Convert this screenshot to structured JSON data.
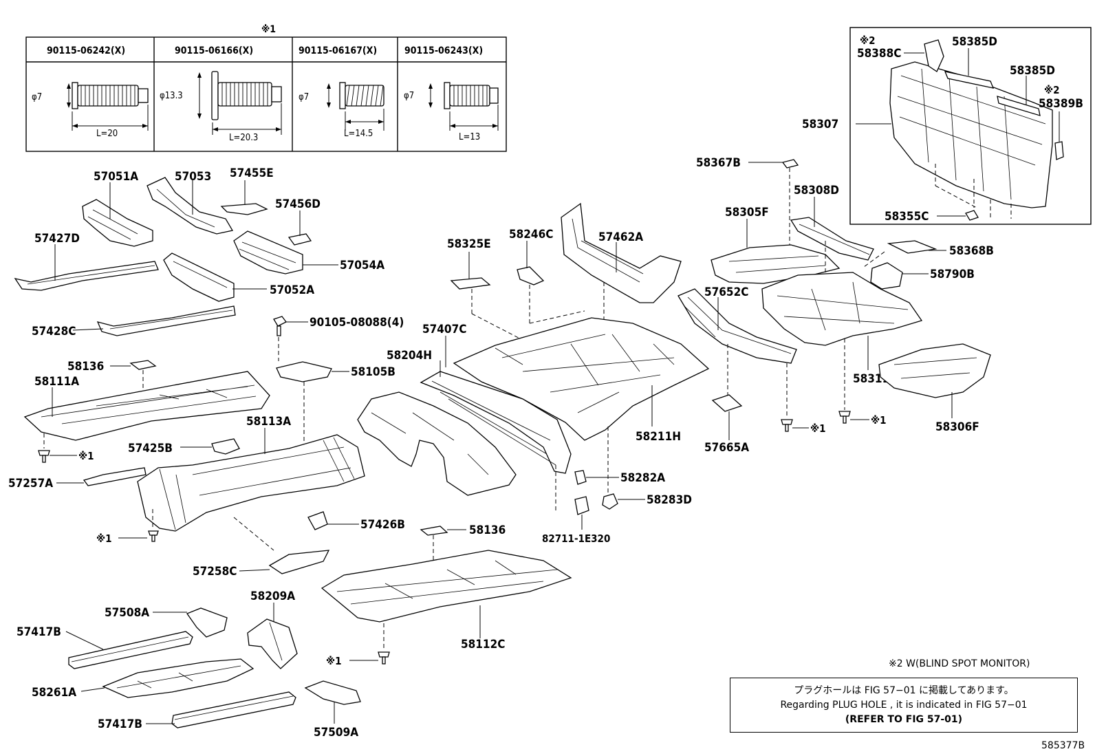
{
  "bolt_table": {
    "note_mark": "※1",
    "columns": [
      {
        "part": "90115-06242(X)",
        "diameter": "φ7",
        "length": "L=20"
      },
      {
        "part": "90115-06166(X)",
        "diameter": "φ13.3",
        "length": "L=20.3"
      },
      {
        "part": "90115-06167(X)",
        "diameter": "φ7",
        "length": "L=14.5"
      },
      {
        "part": "90115-06243(X)",
        "diameter": "φ7",
        "length": "L=13"
      }
    ]
  },
  "labels": {
    "p57051A": "57051A",
    "p57053": "57053",
    "p57455E": "57455E",
    "p57456D": "57456D",
    "p57427D": "57427D",
    "p57054A": "57054A",
    "p57052A": "57052A",
    "p57428C": "57428C",
    "p90105": "90105-08088(4)",
    "p58136a": "58136",
    "p58111A": "58111A",
    "p58105B": "58105B",
    "p57425B": "57425B",
    "p58113A": "58113A",
    "p57257A": "57257A",
    "p57426B": "57426B",
    "p58136b": "58136",
    "p57258C": "57258C",
    "p57508A": "57508A",
    "p58209A": "58209A",
    "p57417Ba": "57417B",
    "p58112C": "58112C",
    "p58261A": "58261A",
    "p57417Bb": "57417B",
    "p57509A": "57509A",
    "p58325E": "58325E",
    "p58246C": "58246C",
    "p57462A": "57462A",
    "p57407C": "57407C",
    "p58204H": "58204H",
    "p58211H": "58211H",
    "p58282A": "58282A",
    "p58283D": "58283D",
    "p82711": "82711-1E320",
    "p57652C": "57652C",
    "p57665A": "57665A",
    "p58367B": "58367B",
    "p58305F": "58305F",
    "p58308D": "58308D",
    "p58368B": "58368B",
    "p58790B": "58790B",
    "p58311": "58311",
    "p58306F": "58306F",
    "p58307": "58307",
    "p58388C": "58388C",
    "p58385Da": "58385D",
    "p58385Db": "58385D",
    "p58389B": "58389B",
    "p58355C": "58355C",
    "mark1": "※1",
    "mark2": "※2"
  },
  "notes": {
    "bsm_note": "※2 W(BLIND SPOT MONITOR)",
    "plug_jp": "プラグホールは FIG 57−01 に掲載してあります。",
    "plug_en": "Regarding  PLUG  HOLE , it is indicated in FIG  57−01",
    "plug_ref": "(REFER TO FIG 57-01)"
  },
  "figure_code": "585377B"
}
